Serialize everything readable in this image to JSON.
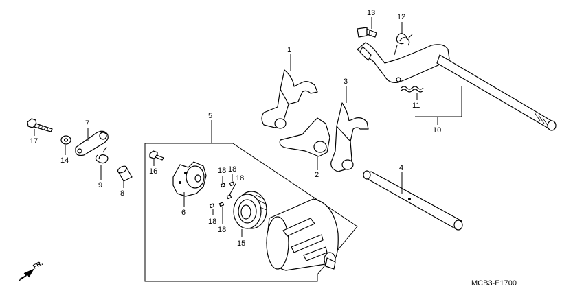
{
  "diagram": {
    "code": "MCB3-E1700",
    "direction_label": "FR.",
    "callouts": [
      "1",
      "2",
      "3",
      "4",
      "5",
      "6",
      "7",
      "8",
      "9",
      "10",
      "11",
      "12",
      "13",
      "14",
      "15",
      "16",
      "17",
      "18",
      "18",
      "18",
      "18",
      "18"
    ]
  }
}
